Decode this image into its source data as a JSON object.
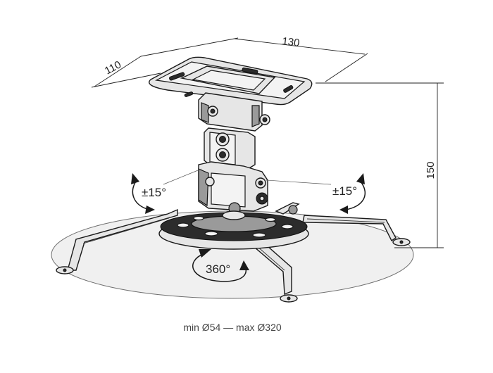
{
  "dimensions": {
    "width": "130",
    "depth": "110",
    "height": "150"
  },
  "rotation": {
    "tilt_left": "±15°",
    "tilt_right": "±15°",
    "swivel": "360°"
  },
  "caption": "min Ø54 — max Ø320",
  "colors": {
    "line": "#1a1a1a",
    "metal": "#e6e6e6",
    "shadow": "#f0f0f0"
  }
}
